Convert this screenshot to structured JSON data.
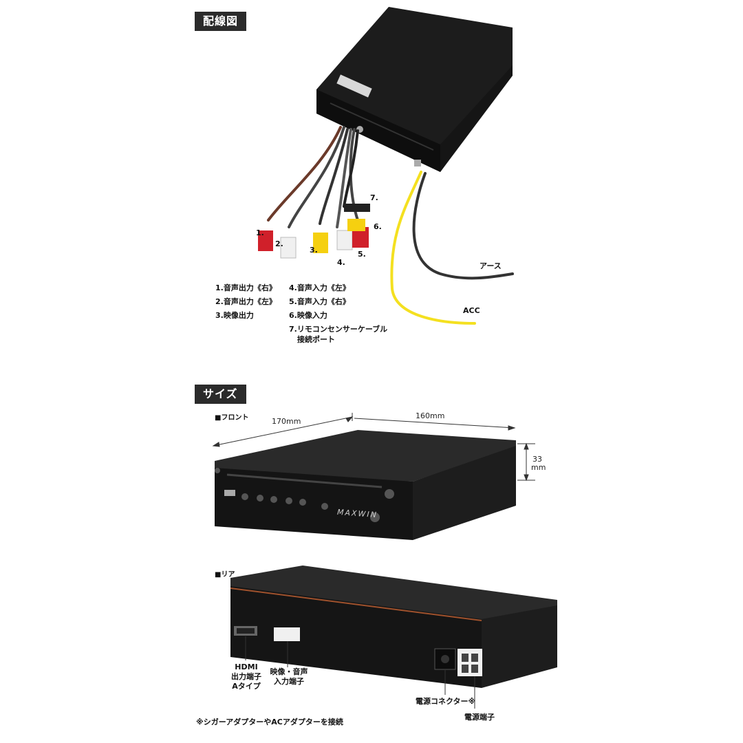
{
  "headings": {
    "wiring": "配線図",
    "size": "サイズ"
  },
  "wiring": {
    "callouts": [
      "1.",
      "2.",
      "3.",
      "4.",
      "5.",
      "6.",
      "7."
    ],
    "earth": "アース",
    "acc": "ACC",
    "legend_left": [
      "1.音声出力《右》",
      "2.音声出力《左》",
      "3.映像出力"
    ],
    "legend_right": [
      "4.音声入力《左》",
      "5.音声入力《右》",
      "6.映像入力",
      "7.リモコンセンサーケーブル",
      "接続ポート"
    ]
  },
  "front": {
    "label": "■フロント",
    "width": "170mm",
    "depth": "160mm",
    "height_num": "33",
    "height_unit": "mm",
    "brand": "MAXWIN"
  },
  "rear": {
    "label": "■リア",
    "hdmi": [
      "HDMI",
      "出力端子",
      "Aタイプ"
    ],
    "av_in": [
      "映像・音声",
      "入力端子"
    ],
    "power_connector": "電源コネクター※",
    "power_terminal": "電源端子",
    "note": "※シガーアダプターやACアダプターを接続"
  }
}
